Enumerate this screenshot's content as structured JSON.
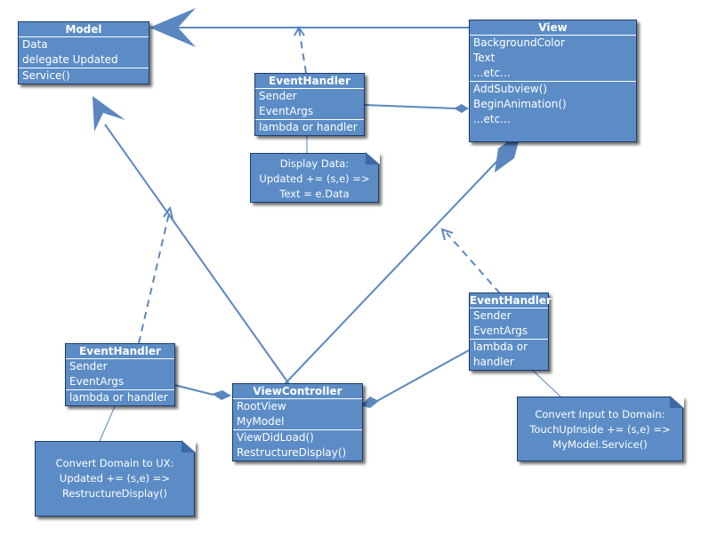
{
  "colors": {
    "box_fill": "#5b8cc6",
    "box_border": "#1d3b68",
    "line": "#5a87c0",
    "text": "#ffffff"
  },
  "model": {
    "title": "Model",
    "attributes": [
      "Data",
      "delegate Updated"
    ],
    "methods": [
      "Service()"
    ]
  },
  "view": {
    "title": "View",
    "attributes": [
      "BackgroundColor",
      "Text",
      "...etc..."
    ],
    "methods": [
      "AddSubview()",
      "BeginAnimation()",
      "...etc..."
    ]
  },
  "view_controller": {
    "title": "ViewController",
    "attributes": [
      "RootView",
      "MyModel"
    ],
    "methods": [
      "ViewDidLoad()",
      "RestructureDisplay()"
    ]
  },
  "event_handler_top": {
    "title": "EventHandler",
    "attributes": [
      "Sender",
      "EventArgs"
    ],
    "methods": [
      "lambda or handler"
    ]
  },
  "event_handler_left": {
    "title": "EventHandler",
    "attributes": [
      "Sender",
      "EventArgs"
    ],
    "methods": [
      "lambda or handler"
    ]
  },
  "event_handler_right": {
    "title": "EventHandler",
    "attributes": [
      "Sender",
      "EventArgs"
    ],
    "methods": [
      "lambda or",
      "handler"
    ]
  },
  "note_display": {
    "lines": [
      "Display Data:",
      "Updated += (s,e) =>",
      "Text = e.Data"
    ]
  },
  "note_domain_to_ux": {
    "lines": [
      "Convert Domain to UX:",
      "Updated += (s,e) =>",
      "RestructureDisplay()"
    ]
  },
  "note_input_to_domain": {
    "lines": [
      "Convert Input to Domain:",
      "TouchUpInside += (s,e) =>",
      "MyModel.Service()"
    ]
  }
}
